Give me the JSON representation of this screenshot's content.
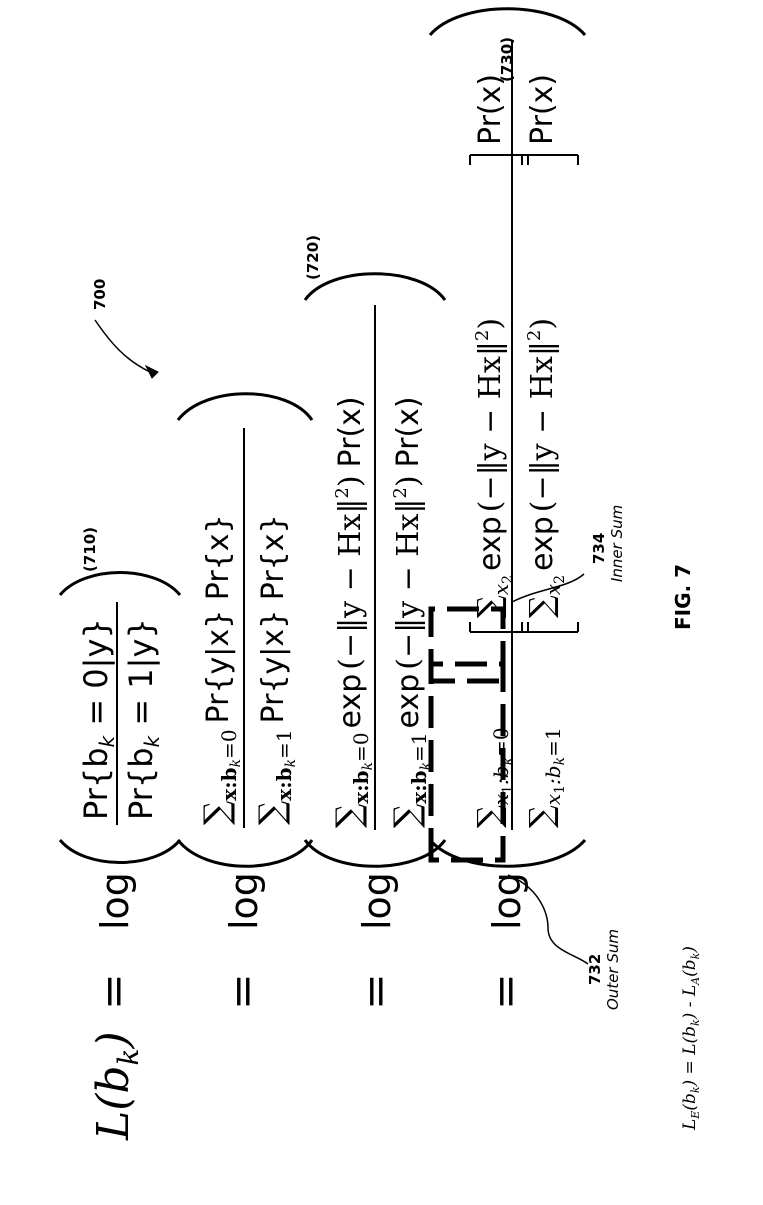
{
  "figure": {
    "ref_number": "700",
    "caption": "FIG. 7",
    "lhs": "L(b",
    "lhs_sub": "k",
    "lhs_close": ")",
    "eq": "=",
    "log": "log",
    "pr": "Pr",
    "exp": "exp",
    "frac710": {
      "num": "Pr{b",
      "num_sub": "k",
      "num_tail": " = 0|y}",
      "den": "Pr{b",
      "den_sub": "k",
      "den_tail": " = 1|y}"
    },
    "sum_term": "Pr{y|x} Pr{x}",
    "sum_label_num": "x:b",
    "sum_label_num_tail": "k",
    "sum_label_num_val": "=0",
    "sum_label_den_val": "=1",
    "norm": "(−‖y − Hx‖",
    "norm_sq": "2",
    "norm_close": ")",
    "prx": "Pr(x)",
    "outer_label": "x",
    "outer_label_sub": "1",
    "inner_label": "x",
    "inner_label_sub": "2",
    "labels": {
      "eq710": "(710)",
      "eq720": "(720)",
      "eq730": "(730)",
      "n732": "732",
      "outer_sum": "Outer Sum",
      "n734": "734",
      "inner_sum": "Inner Sum"
    },
    "footer": {
      "le": "L",
      "le_sub": "E",
      "le_arg": "(b",
      "le_arg_sub": "k",
      "le_mid": ") = L(b",
      "le_mid_sub": "k",
      "le_mid2": ") - L",
      "la_sub": "A",
      "la_arg": "(b",
      "la_arg_sub": "k",
      "la_close": ")"
    }
  }
}
